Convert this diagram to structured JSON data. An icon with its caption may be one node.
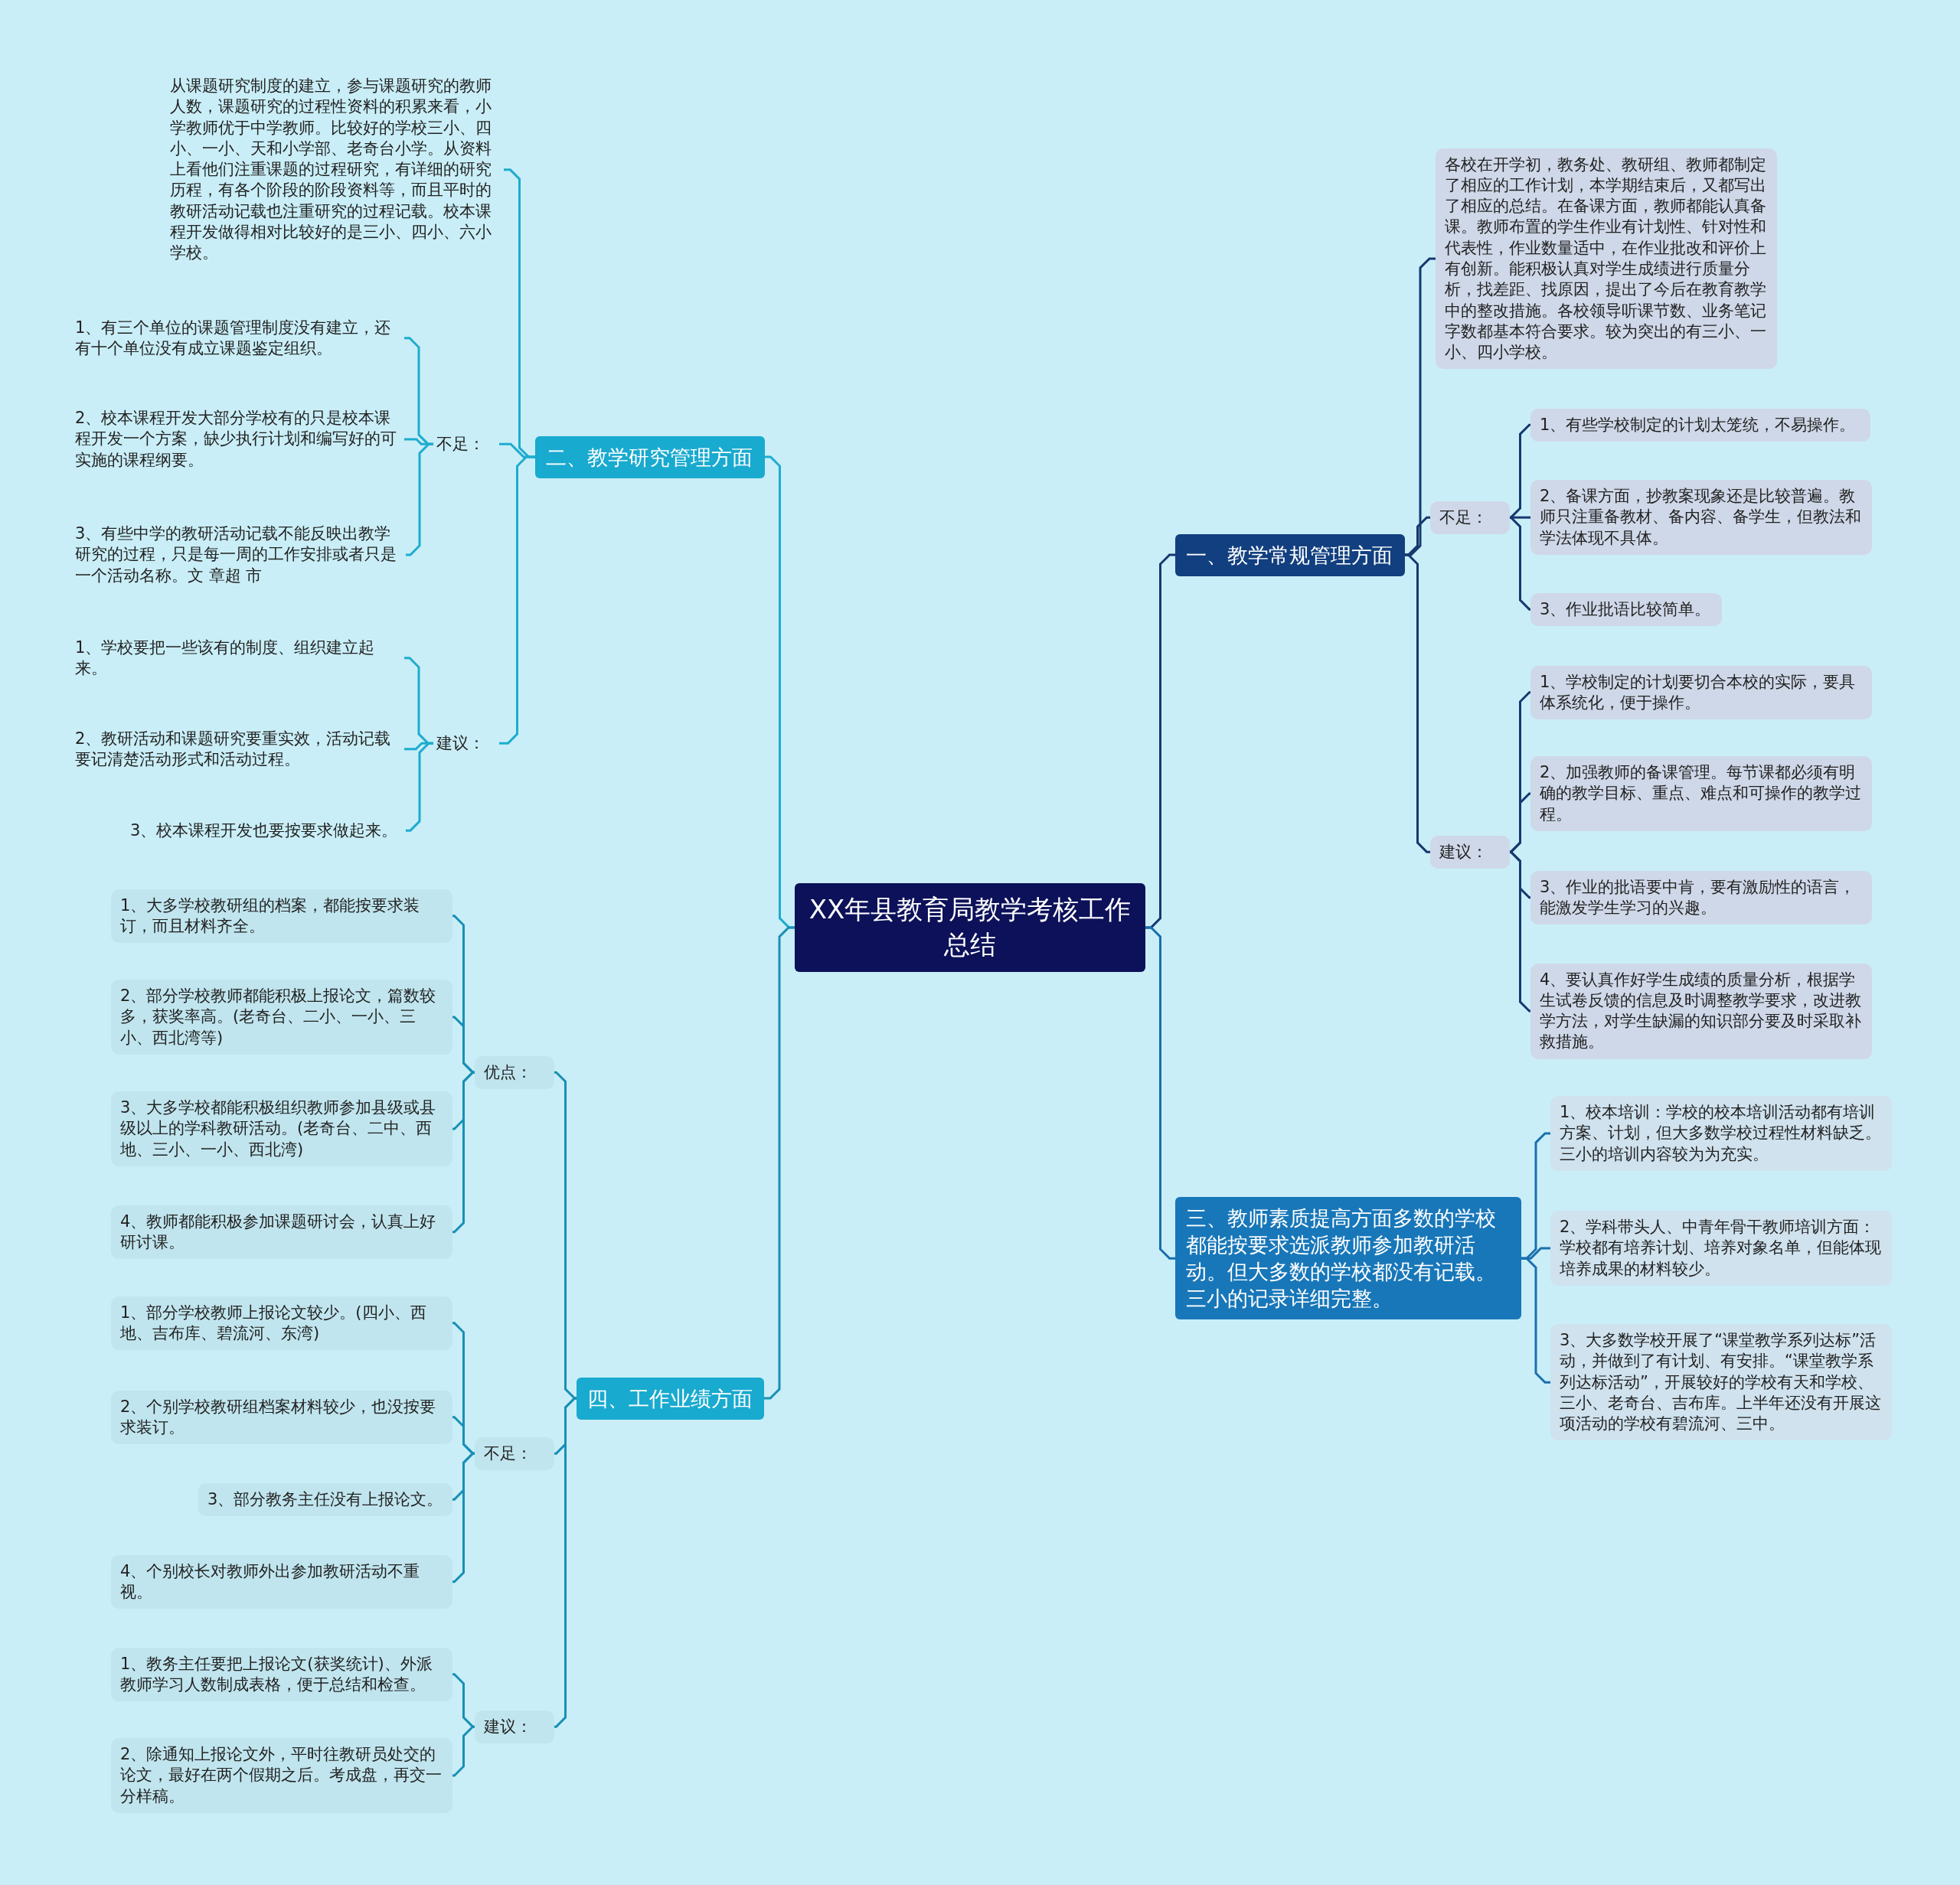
{
  "diagram": {
    "nodes": [
      {
        "text": [
          "XX年县教育局教学考核工作总结"
        ]
      },
      {
        "text": [
          "一、教学常规管理方面"
        ]
      },
      {
        "text": [
          "各校在开学初，教务处、教研组、教师都制定了相应的工作计划，本学期结束后，又都写出了相应的总结。在备课方面，教师都能认真备课。教师布置的学生作业有计划性、针对性和代表性，作业数量适中，在作业批改和评价上有创新。能积极认真对学生成绩进行质量分析，找差距、找原因，提出了今后在教育教学中的整改措施。各校领导听课节数、业务笔记字数都基本符合要求。较为突出的有三小、一小、四小学校。"
        ]
      },
      {
        "text": [
          "不足："
        ]
      },
      {
        "text": [
          "1、有些学校制定的计划太笼统，不易操作。"
        ]
      },
      {
        "text": [
          "2、备课方面，抄教案现象还是比较普遍。教师只注重备教材、备内容、备学生，但教法和学法体现不具体。"
        ]
      },
      {
        "text": [
          "3、作业批语比较简单。"
        ]
      },
      {
        "text": [
          "建议："
        ]
      },
      {
        "text": [
          "1、学校制定的计划要切合本校的实际，要具体系统化，便于操作。"
        ]
      },
      {
        "text": [
          "2、加强教师的备课管理。每节课都必须有明确的教学目标、重点、难点和可操作的教学过程。"
        ]
      },
      {
        "text": [
          "3、作业的批语要中肯，要有激励性的语言，能激发学生学习的兴趣。"
        ]
      },
      {
        "text": [
          "4、要认真作好学生成绩的质量分析，根据学生试卷反馈的信息及时调整教学要求，改进教学方法，对学生缺漏的知识部分要及时采取补救措施。"
        ]
      },
      {
        "text": [
          "三、教师素质提高方面多数的学校都能按要求选派教师参加教研活动。但大多数的学校都没有记载。三小的记录详细完整。"
        ]
      },
      {
        "text": [
          "1、校本培训：学校的校本培训活动都有培训方案、计划，但大多数学校过程性材料缺乏。三小的培训内容较为为充实。"
        ]
      },
      {
        "text": [
          "2、学科带头人、中青年骨干教师培训方面：学校都有培养计划、培养对象名单，但能体现培养成果的材料较少。"
        ]
      },
      {
        "text": [
          "3、大多数学校开展了“课堂教学系列达标”活动，并做到了有计划、有安排。“课堂教学系列达标活动”，开展较好的学校有天和学校、三小、老奇台、吉布库。上半年还没有开展这项活动的学校有碧流河、三中。"
        ]
      },
      {
        "text": [
          "二、教学研究管理方面"
        ]
      },
      {
        "text": [
          "从课题研究制度的建立，参与课题研究的教师人数，课题研究的过程性资料的积累来看，小学教师优于中学教师。比较好的学校三小、四小、一小、天和小学部、老奇台小学。从资料上看他们注重课题的过程研究，有详细的研究历程，有各个阶段的阶段资料等，而且平时的教研活动记载也注重研究的过程记载。校本课程开发做得相对比较好的是三小、四小、六小学校。"
        ]
      },
      {
        "text": [
          "不足："
        ]
      },
      {
        "text": [
          "1、有三个单位的课题管理制度没有建立，还有十个单位没有成立课题鉴定组织。"
        ]
      },
      {
        "text": [
          "2、校本课程开发大部分学校有的只是校本课程开发一个方案，缺少执行计划和编写好的可实施的课程纲要。"
        ]
      },
      {
        "text": [
          "3、有些中学的教研活动记载不能反映出教学研究的过程，只是每一周的工作安排或者只是一个活动名称。文 章超 市"
        ]
      },
      {
        "text": [
          "建议："
        ]
      },
      {
        "text": [
          "1、学校要把一些该有的制度、组织建立起来。"
        ]
      },
      {
        "text": [
          "2、教研活动和课题研究要重实效，活动记载要记清楚活动形式和活动过程。"
        ]
      },
      {
        "text": [
          "3、校本课程开发也要按要求做起来。"
        ]
      },
      {
        "text": [
          "四、工作业绩方面"
        ]
      },
      {
        "text": [
          "优点："
        ]
      },
      {
        "text": [
          "1、大多学校教研组的档案，都能按要求装订，而且材料齐全。"
        ]
      },
      {
        "text": [
          "2、部分学校教师都能积极上报论文，篇数较多，获奖率高。(老奇台、二小、一小、三小、西北湾等)"
        ]
      },
      {
        "text": [
          "3、大多学校都能积极组织教师参加县级或县级以上的学科教研活动。(老奇台、二中、西地、三小、一小、西北湾)"
        ]
      },
      {
        "text": [
          "4、教师都能积极参加课题研讨会，认真上好研讨课。"
        ]
      },
      {
        "text": [
          "不足："
        ]
      },
      {
        "text": [
          "1、部分学校教师上报论文较少。(四小、西地、吉布库、碧流河、东湾)"
        ]
      },
      {
        "text": [
          "2、个别学校教研组档案材料较少，也没按要求装订。"
        ]
      },
      {
        "text": [
          "3、部分教务主任没有上报论文。"
        ]
      },
      {
        "text": [
          "4、个别校长对教师外出参加教研活动不重视。"
        ]
      },
      {
        "text": [
          "建议："
        ]
      },
      {
        "text": [
          "1、教务主任要把上报论文(获奖统计)、外派教师学习人数制成表格，便于总结和检查。"
        ]
      },
      {
        "text": [
          "2、除通知上报论文外，平时往教研员处交的论文，最好在两个假期之后。考成盘，再交一分样稿。"
        ]
      }
    ],
    "edges": [
      {
        "from": 0,
        "to": 1,
        "arrow": "none",
        "color": "#15396f"
      },
      {
        "from": 1,
        "to": 2,
        "arrow": "none",
        "color": "#15396f"
      },
      {
        "from": 1,
        "to": 3,
        "arrow": "none",
        "color": "#15396f"
      },
      {
        "from": 3,
        "to": 4,
        "arrow": "none",
        "color": "#15396f"
      },
      {
        "from": 3,
        "to": 5,
        "arrow": "none",
        "color": "#15396f"
      },
      {
        "from": 3,
        "to": 6,
        "arrow": "none",
        "color": "#15396f"
      },
      {
        "from": 1,
        "to": 7,
        "arrow": "none",
        "color": "#15396f"
      },
      {
        "from": 7,
        "to": 8,
        "arrow": "none",
        "color": "#15396f"
      },
      {
        "from": 7,
        "to": 9,
        "arrow": "none",
        "color": "#15396f"
      },
      {
        "from": 7,
        "to": 10,
        "arrow": "none",
        "color": "#15396f"
      },
      {
        "from": 7,
        "to": 11,
        "arrow": "none",
        "color": "#15396f"
      },
      {
        "from": 0,
        "to": 12,
        "arrow": "none",
        "color": "#1a6fae"
      },
      {
        "from": 12,
        "to": 13,
        "arrow": "none",
        "color": "#1a6fae"
      },
      {
        "from": 12,
        "to": 14,
        "arrow": "none",
        "color": "#1a6fae"
      },
      {
        "from": 12,
        "to": 15,
        "arrow": "none",
        "color": "#1a6fae"
      },
      {
        "from": 0,
        "to": 16,
        "arrow": "none",
        "color": "#1eaccf"
      },
      {
        "from": 16,
        "to": 17,
        "arrow": "none",
        "color": "#1eaccf"
      },
      {
        "from": 16,
        "to": 18,
        "arrow": "none",
        "color": "#1eaccf"
      },
      {
        "from": 18,
        "to": 19,
        "arrow": "none",
        "color": "#1eaccf"
      },
      {
        "from": 18,
        "to": 20,
        "arrow": "none",
        "color": "#1eaccf"
      },
      {
        "from": 18,
        "to": 21,
        "arrow": "none",
        "color": "#1eaccf"
      },
      {
        "from": 16,
        "to": 22,
        "arrow": "none",
        "color": "#1eaccf"
      },
      {
        "from": 22,
        "to": 23,
        "arrow": "none",
        "color": "#1eaccf"
      },
      {
        "from": 22,
        "to": 24,
        "arrow": "none",
        "color": "#1eaccf"
      },
      {
        "from": 22,
        "to": 25,
        "arrow": "none",
        "color": "#1eaccf"
      },
      {
        "from": 0,
        "to": 26,
        "arrow": "none"
      },
      {
        "from": 26,
        "to": 27,
        "arrow": "none"
      },
      {
        "from": 27,
        "to": 28,
        "arrow": "none"
      },
      {
        "from": 27,
        "to": 29,
        "arrow": "none"
      },
      {
        "from": 27,
        "to": 30,
        "arrow": "none"
      },
      {
        "from": 27,
        "to": 31,
        "arrow": "none"
      },
      {
        "from": 26,
        "to": 32,
        "arrow": "none"
      },
      {
        "from": 32,
        "to": 33,
        "arrow": "none"
      },
      {
        "from": 32,
        "to": 34,
        "arrow": "none"
      },
      {
        "from": 32,
        "to": 35,
        "arrow": "none"
      },
      {
        "from": 32,
        "to": 36,
        "arrow": "none"
      },
      {
        "from": 26,
        "to": 37,
        "arrow": "none"
      },
      {
        "from": 37,
        "to": 38,
        "arrow": "none"
      },
      {
        "from": 37,
        "to": 39,
        "arrow": "none"
      }
    ]
  }
}
